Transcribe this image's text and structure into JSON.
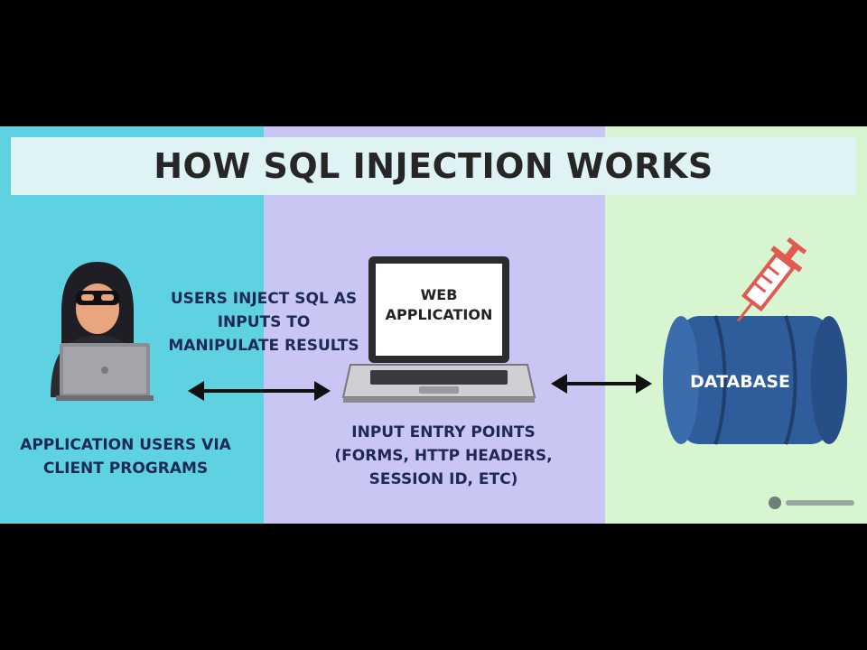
{
  "title": "HOW SQL INJECTION WORKS",
  "attacker": {
    "caption": [
      "APPLICATION USERS VIA",
      "CLIENT PROGRAMS"
    ]
  },
  "injection_note": [
    "USERS INJECT SQL AS",
    "INPUTS TO",
    "MANIPULATE RESULTS"
  ],
  "webapp": {
    "screen_label": [
      "WEB",
      "APPLICATION"
    ],
    "caption": [
      "INPUT ENTRY POINTS",
      "(FORMS, HTTP HEADERS,",
      "SESSION ID, ETC)"
    ]
  },
  "database": {
    "label": "DATABASE"
  },
  "colors": {
    "left_panel": "#5ed2e0",
    "middle_panel": "#c9c6f4",
    "right_panel": "#d6f5d0",
    "text": "#1e2a55",
    "database": "#2f5d9c",
    "syringe": "#e05a4f"
  },
  "icons": [
    "hacker-icon",
    "laptop-icon",
    "database-icon",
    "syringe-icon",
    "double-arrow-icon"
  ]
}
